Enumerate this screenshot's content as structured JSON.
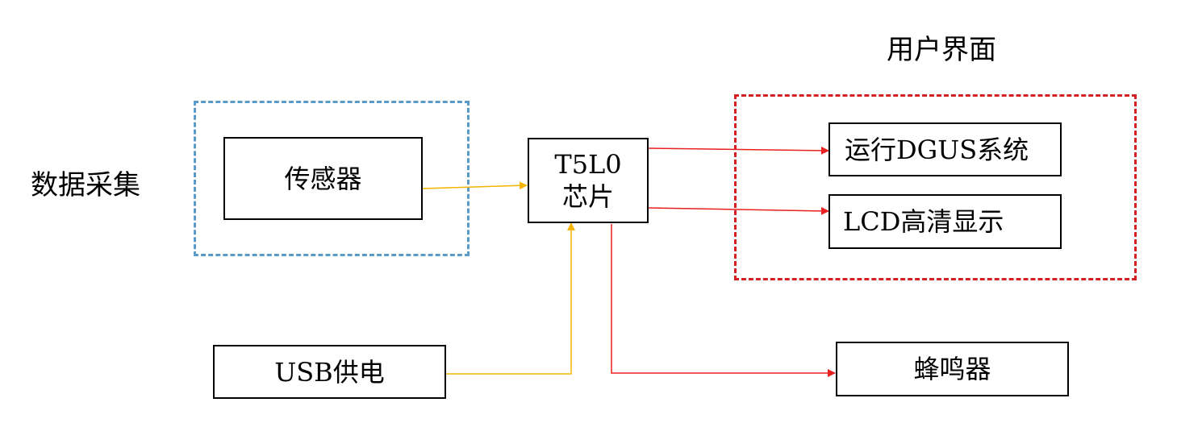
{
  "labels": {
    "data_collection": "数据采集",
    "user_interface": "用户界面"
  },
  "nodes": {
    "sensor": "传感器",
    "chip_line1": "T5L0",
    "chip_line2": "芯片",
    "usb_power": "USB供电",
    "dgus_system": "运行DGUS系统",
    "lcd_display": "LCD高清显示",
    "buzzer": "蜂鸣器"
  },
  "colors": {
    "data_collection_border": "#5b9bc8",
    "user_interface_border": "#d42020",
    "input_arrow": "#f5b400",
    "output_arrow": "#e82020"
  }
}
